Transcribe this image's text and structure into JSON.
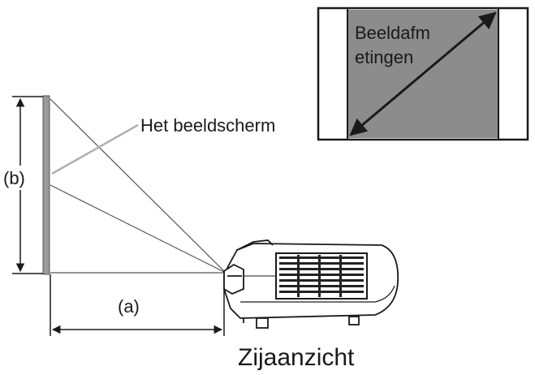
{
  "labels": {
    "screen": "Het beeldscherm",
    "height": "(b)",
    "distance": "(a)",
    "view": "Zijaanzicht",
    "diagonal_line1": "Beeldafm",
    "diagonal_line2": "etingen"
  },
  "colors": {
    "stroke": "#1a1a1a",
    "beam": "#555555",
    "screen_fill": "#9a9a9a",
    "inset_fill": "#8c8c8c",
    "pointer": "#b0b0b0",
    "projector_body": "#ffffff",
    "grille_dark": "#222222"
  },
  "icons": {
    "projector": "projector-side-icon",
    "arrow": "double-arrow-icon"
  }
}
